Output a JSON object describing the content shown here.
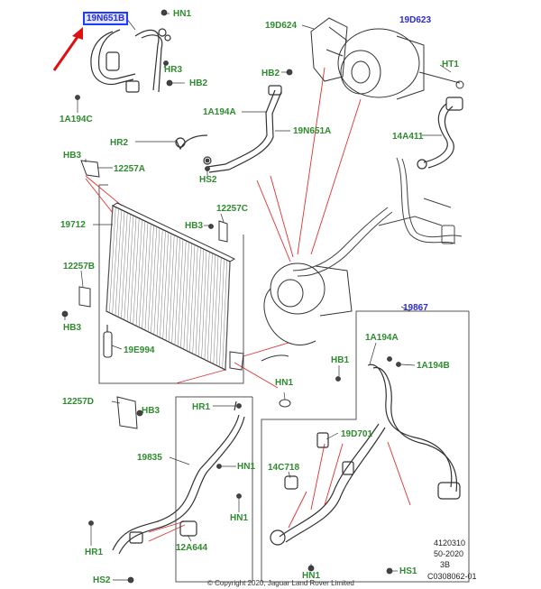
{
  "labels": {
    "top_hose_part": "19N651B",
    "hn1_top": "HN1",
    "hr3": "HR3",
    "hb2_top": "HB2",
    "a1194c": "1A194C",
    "d624": "19D624",
    "d623": "19D623",
    "hb2_mid": "HB2",
    "ht1": "HT1",
    "a1194a_mid": "1A194A",
    "n651a": "19N651A",
    "a14411": "14A411",
    "hr2": "HR2",
    "hs2_mid": "HS2",
    "hb3_left": "HB3",
    "c12257a": "12257A",
    "p19712": "19712",
    "hb3_center": "HB3",
    "c12257c": "12257C",
    "c12257b": "12257B",
    "hb3_low": "HB3",
    "e19994": "19E994",
    "c12257d": "12257D",
    "hb3_bracket": "HB3",
    "hn1_mid": "HN1",
    "p19867": "19867",
    "a1194a_right": "1A194A",
    "hb1": "HB1",
    "a1194b": "1A194B",
    "hr1_center": "HR1",
    "p19835": "19835",
    "hn1_center_a": "HN1",
    "hn1_center_b": "HN1",
    "hr1_low": "HR1",
    "a12644": "12A644",
    "hs2_low": "HS2",
    "d701": "19D701",
    "c14718": "14C718",
    "hn1_bottom": "HN1",
    "hs1": "HS1"
  },
  "info_block": [
    "4120310",
    "50-2020",
    "3B",
    "C0308062-01"
  ],
  "copyright": "© Copyright 2020, Jaguar Land Rover Limited",
  "colors": {
    "label_green": "#2e8b2e",
    "label_blue": "#2a2ad8",
    "leader_red": "#e03030",
    "arrow_red": "#dd1111",
    "highlight_blue": "#1e3cff"
  }
}
